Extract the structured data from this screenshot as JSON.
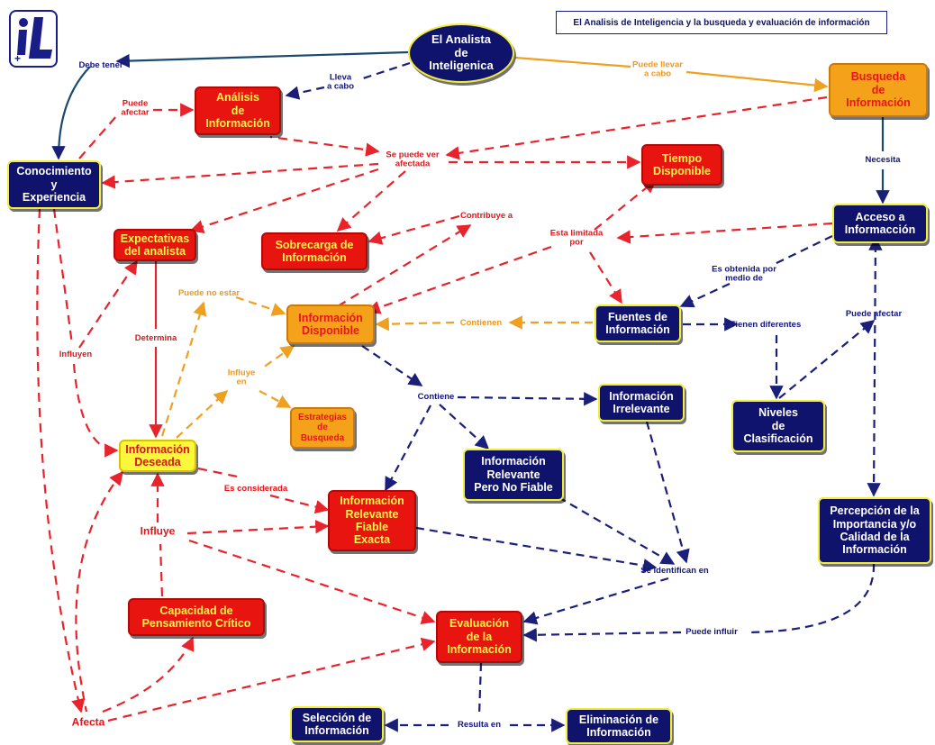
{
  "title": "El Analisis de Inteligencia y la busqueda y evaluación de información",
  "colors": {
    "navy": "#10136b",
    "red": "#e81410",
    "orange": "#f5a21b",
    "yellow": "#fbf73a",
    "edge_blue": "#1a1f7a",
    "edge_red": "#e8232b",
    "edge_orange": "#f0a020"
  },
  "logo_icon": "il-logo-icon",
  "nodes": {
    "analista": "El Analista\nde\nInteligenica",
    "analisis": "Análisis\nde\nInformación",
    "busqueda": "Busqueda\nde\nInformación",
    "conocimiento": "Conocimiento\ny\nExperiencia",
    "tiempo": "Tiempo\nDisponible",
    "acceso": "Acceso a\nInformacción",
    "expectativas": "Expectativas\ndel analista",
    "sobrecarga": "Sobrecarga de\nInformación",
    "disponible": "Información\nDisponible",
    "fuentes": "Fuentes de\nInformación",
    "irrelevante": "Información\nIrrelevante",
    "niveles": "Niveles\nde\nClasificación",
    "estrategias": "Estrategias\nde\nBusqueda",
    "deseada": "Información\nDeseada",
    "relevante_no_fiable": "Información\nRelevante\nPero No Fiable",
    "fiable": "Información\nRelevante\nFiable\nExacta",
    "percepcion": "Percepción de la\nImportancia y/o\nCalidad de la\nInformación",
    "capacidad": "Capacidad de\nPensamiento Crítico",
    "evaluacion": "Evaluación\nde la\nInformación",
    "seleccion": "Selección de\nInformación",
    "eliminacion": "Eliminación de\nInformación"
  },
  "links": {
    "debe_tener": "Debe tener",
    "lleva_a_cabo": "Lleva\na cabo",
    "puede_llevar": "Puede llevar\na cabo",
    "puede_afectar": "Puede\nafectar",
    "se_puede_ver": "Se puede ver\nafectada",
    "necesita": "Necesita",
    "contribuye": "Contribuye a",
    "esta_limitada": "Esta limitada\npor",
    "obtenida": "Es obtenida por\nmedio de",
    "puede_no_estar": "Puede no estar",
    "determina": "Determina",
    "contienen": "Contienen",
    "tienen_diferentes": "Tienen diferentes",
    "puede_afectar2": "Puede afectar",
    "influyen": "Influyen",
    "influye_en": "Influye\nen",
    "contiene": "Contiene",
    "es_considerada": "Es considerada",
    "influye": "Influye",
    "se_identifican": "Se identifican en",
    "puede_influir": "Puede influir",
    "afecta": "Afecta",
    "resulta_en": "Resulta en"
  }
}
